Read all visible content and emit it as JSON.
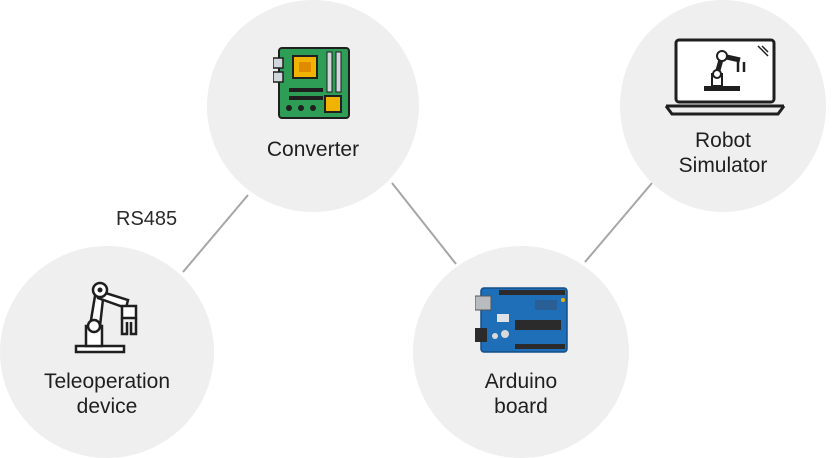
{
  "nodes": {
    "converter": {
      "label_line1": "Converter",
      "label_line2": "",
      "icon": "circuit-board-icon"
    },
    "teleoperation": {
      "label_line1": "Teleoperation",
      "label_line2": "device",
      "icon": "robot-arm-icon"
    },
    "arduino": {
      "label_line1": "Arduino",
      "label_line2": "board",
      "icon": "arduino-board-icon"
    },
    "simulator": {
      "label_line1": "Robot",
      "label_line2": "Simulator",
      "icon": "laptop-robot-icon"
    }
  },
  "edges": [
    {
      "from": "teleoperation",
      "to": "converter",
      "label": "RS485"
    },
    {
      "from": "converter",
      "to": "arduino",
      "label": ""
    },
    {
      "from": "arduino",
      "to": "simulator",
      "label": ""
    }
  ],
  "colors": {
    "node_fill": "#efefef",
    "edge_stroke": "#a6a6a6",
    "pcb_green": "#2e9e57",
    "arduino_blue": "#1f6fb8",
    "chip_gold": "#f0b400"
  }
}
